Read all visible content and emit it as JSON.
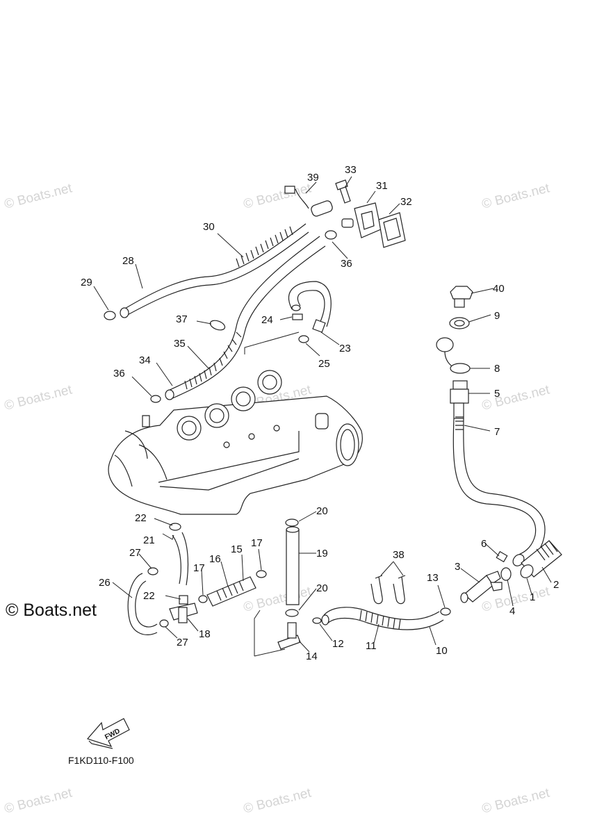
{
  "diagram_code": "F1KD110-F100",
  "fwd_label": "FWD",
  "watermark_text": "© Boats.net",
  "watermark_prominent": "© Boats.net",
  "callouts": [
    {
      "id": "c1",
      "text": "1"
    },
    {
      "id": "c2",
      "text": "2"
    },
    {
      "id": "c3",
      "text": "3"
    },
    {
      "id": "c4",
      "text": "4"
    },
    {
      "id": "c5",
      "text": "5"
    },
    {
      "id": "c6",
      "text": "6"
    },
    {
      "id": "c7",
      "text": "7"
    },
    {
      "id": "c8",
      "text": "8"
    },
    {
      "id": "c9",
      "text": "9"
    },
    {
      "id": "c10",
      "text": "10"
    },
    {
      "id": "c11",
      "text": "11"
    },
    {
      "id": "c12",
      "text": "12"
    },
    {
      "id": "c13",
      "text": "13"
    },
    {
      "id": "c14",
      "text": "14"
    },
    {
      "id": "c15",
      "text": "15"
    },
    {
      "id": "c16",
      "text": "16"
    },
    {
      "id": "c17a",
      "text": "17"
    },
    {
      "id": "c17b",
      "text": "17"
    },
    {
      "id": "c18",
      "text": "18"
    },
    {
      "id": "c19",
      "text": "19"
    },
    {
      "id": "c20a",
      "text": "20"
    },
    {
      "id": "c20b",
      "text": "20"
    },
    {
      "id": "c21",
      "text": "21"
    },
    {
      "id": "c22a",
      "text": "22"
    },
    {
      "id": "c22b",
      "text": "22"
    },
    {
      "id": "c23",
      "text": "23"
    },
    {
      "id": "c24",
      "text": "24"
    },
    {
      "id": "c25",
      "text": "25"
    },
    {
      "id": "c26",
      "text": "26"
    },
    {
      "id": "c27a",
      "text": "27"
    },
    {
      "id": "c27b",
      "text": "27"
    },
    {
      "id": "c28",
      "text": "28"
    },
    {
      "id": "c29",
      "text": "29"
    },
    {
      "id": "c30",
      "text": "30"
    },
    {
      "id": "c31",
      "text": "31"
    },
    {
      "id": "c32",
      "text": "32"
    },
    {
      "id": "c33",
      "text": "33"
    },
    {
      "id": "c34",
      "text": "34"
    },
    {
      "id": "c35",
      "text": "35"
    },
    {
      "id": "c36a",
      "text": "36"
    },
    {
      "id": "c36b",
      "text": "36"
    },
    {
      "id": "c37",
      "text": "37"
    },
    {
      "id": "c38",
      "text": "38"
    },
    {
      "id": "c39",
      "text": "39"
    },
    {
      "id": "c40",
      "text": "40"
    }
  ]
}
